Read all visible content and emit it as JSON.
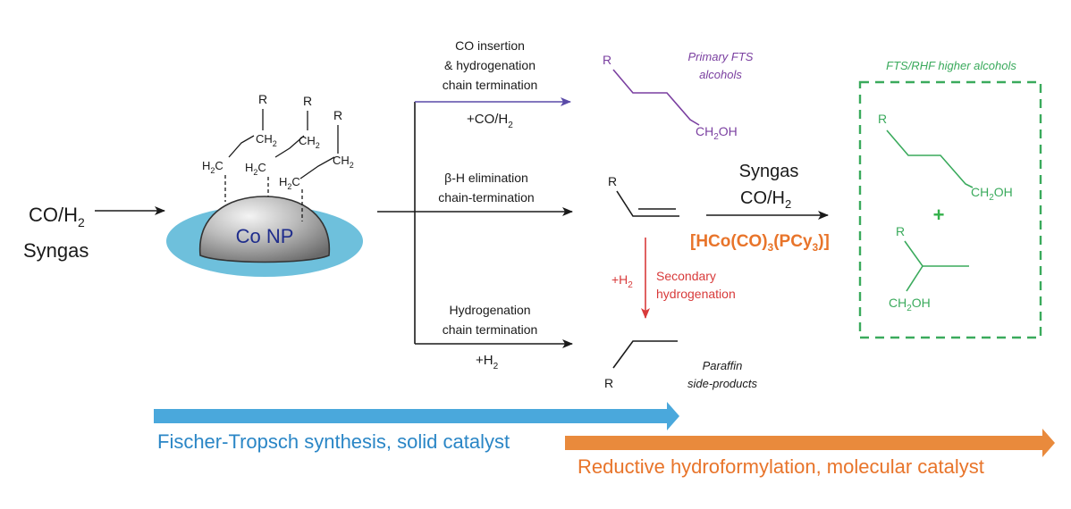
{
  "colors": {
    "black": "#1a1a1a",
    "purple": "#7a3fa0",
    "purple_arrow": "#5a4aa8",
    "green": "#3aaa5c",
    "green_plus": "#33b04a",
    "orange": "#e98a3c",
    "orange_text": "#e8742a",
    "red": "#d83a3a",
    "blue": "#4aa8dc",
    "blue_text": "#2a86c6",
    "np_blue": "#1f2d8c",
    "ellipse": "#6ec0dc",
    "sphere_dark": "#7a7a7a"
  },
  "feed": {
    "co": "CO/H",
    "co_sub": "2",
    "syngas": "Syngas"
  },
  "catalyst": {
    "label": "Co NP",
    "r1": "R",
    "r2": "R",
    "r3": "R",
    "ch2_a": "CH",
    "ch2_a_sub": "2",
    "ch2_b": "CH",
    "ch2_b_sub": "2",
    "ch2_c": "CH",
    "ch2_c_sub": "2",
    "h2c_a": "H",
    "h2c_a_sub": "2",
    "h2c_a_tail": "C",
    "h2c_b": "H",
    "h2c_b_sub": "2",
    "h2c_b_tail": "C",
    "h2c_c": "H",
    "h2c_c_sub": "2",
    "h2c_c_tail": "C"
  },
  "route_top": {
    "line1": "CO insertion",
    "line2": "& hydrogenation",
    "line3": "chain termination",
    "reagent": "+CO/H",
    "reagent_sub": "2"
  },
  "route_mid": {
    "line1": "β-H elimination",
    "line2": "chain-termination"
  },
  "route_bot": {
    "line1": "Hydrogenation",
    "line2": "chain termination",
    "reagent": "+H",
    "reagent_sub": "2"
  },
  "primary_alcohol": {
    "title1": "Primary FTS",
    "title2": "alcohols",
    "r": "R",
    "oh": "CH",
    "oh_sub": "2",
    "oh_tail": "OH"
  },
  "olefin": {
    "r": "R"
  },
  "paraffin": {
    "r": "R",
    "label1": "Paraffin",
    "label2": "side-products"
  },
  "secondary": {
    "reagent": "+H",
    "reagent_sub": "2",
    "line1": "Secondary",
    "line2": "hydrogenation"
  },
  "rhf_step": {
    "syngas": "Syngas",
    "co": "CO/H",
    "co_sub": "2",
    "cat_a": "[HCo(CO)",
    "cat_sub1": "3",
    "cat_b": "(PCy",
    "cat_sub2": "3",
    "cat_c": ")]"
  },
  "higher_alcohols": {
    "title": "FTS/RHF higher alcohols",
    "r1": "R",
    "oh1": "CH",
    "oh1_sub": "2",
    "oh1_tail": "OH",
    "plus": "+",
    "r2": "R",
    "oh2": "CH",
    "oh2_sub": "2",
    "oh2_tail": "OH"
  },
  "bars": {
    "fts": "Fischer-Tropsch synthesis, solid catalyst",
    "rhf": "Reductive hydroformylation, molecular catalyst"
  }
}
